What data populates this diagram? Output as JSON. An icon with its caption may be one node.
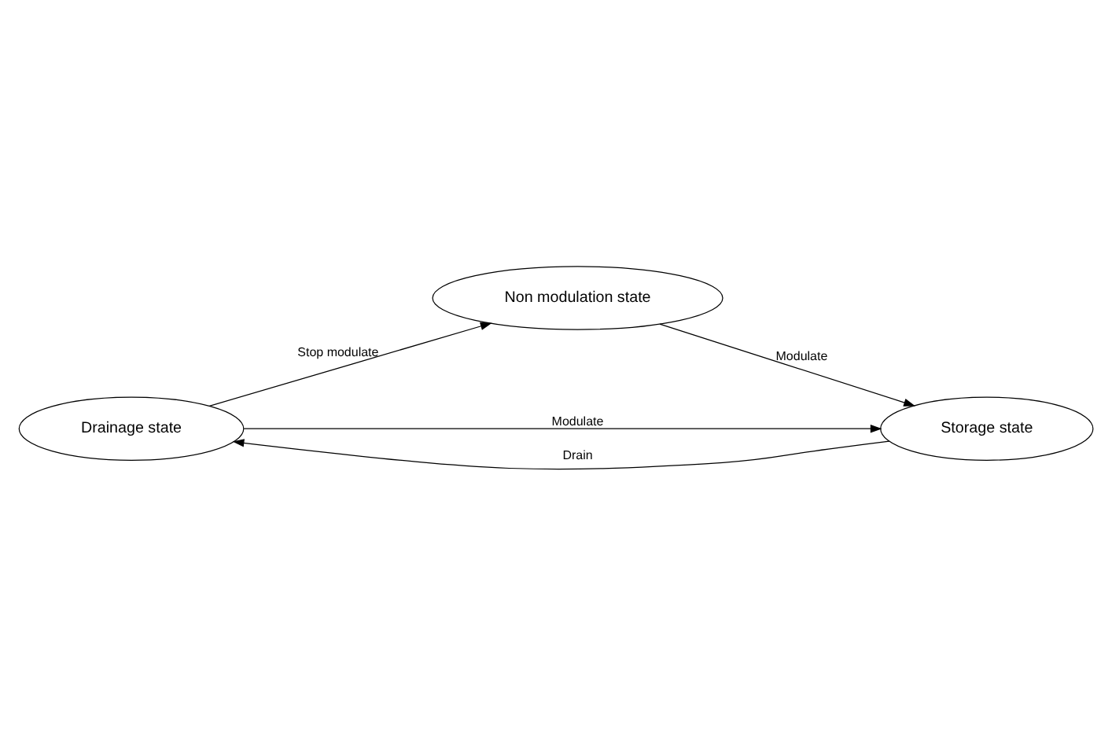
{
  "diagram": {
    "nodes": [
      {
        "text": [
          "Drainage state"
        ]
      },
      {
        "text": [
          "Non modulation state"
        ]
      },
      {
        "text": [
          "Storage state"
        ]
      }
    ],
    "edges": [
      {
        "from": 0,
        "to": 1,
        "arrow": "to",
        "label": "Stop modulate"
      },
      {
        "from": 1,
        "to": 2,
        "arrow": "to",
        "label": "Modulate"
      },
      {
        "from": 0,
        "to": 2,
        "arrow": "to",
        "label": "Modulate"
      },
      {
        "from": 2,
        "to": 0,
        "arrow": "to",
        "label": "Drain"
      }
    ]
  }
}
